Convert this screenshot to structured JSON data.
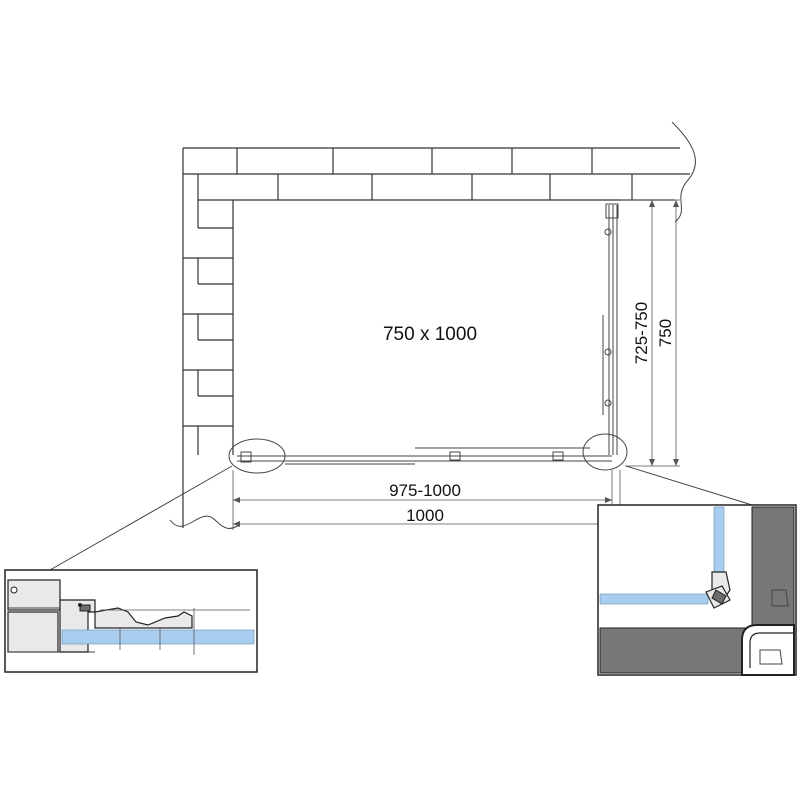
{
  "plan": {
    "size_label": "750 x 1000"
  },
  "dimensions": {
    "width_adjust": "975-1000",
    "width_total": "1000",
    "depth_adjust": "725-750",
    "depth_total": "750"
  }
}
